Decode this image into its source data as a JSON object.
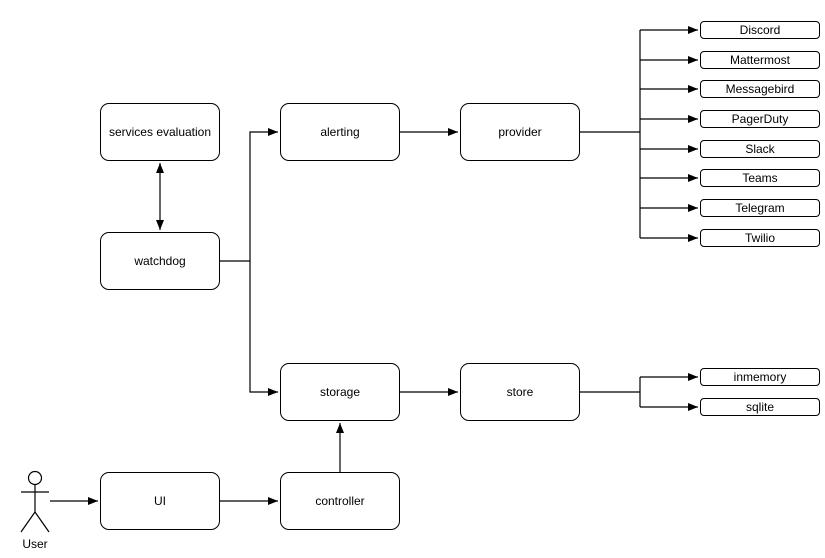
{
  "diagram": {
    "background": "#ffffff",
    "stroke_color": "#000000",
    "node_fill": "#ffffff",
    "nodes": {
      "services_evaluation": {
        "label": "services evaluation"
      },
      "watchdog": {
        "label": "watchdog"
      },
      "alerting": {
        "label": "alerting"
      },
      "provider": {
        "label": "provider"
      },
      "storage": {
        "label": "storage"
      },
      "store": {
        "label": "store"
      },
      "ui": {
        "label": "UI"
      },
      "controller": {
        "label": "controller"
      }
    },
    "provider_targets": [
      "Discord",
      "Mattermost",
      "Messagebird",
      "PagerDuty",
      "Slack",
      "Teams",
      "Telegram",
      "Twilio"
    ],
    "store_targets": [
      "inmemory",
      "sqlite"
    ],
    "actor": {
      "label": "User"
    },
    "edges": [
      {
        "from": "User",
        "to": "UI"
      },
      {
        "from": "UI",
        "to": "controller"
      },
      {
        "from": "controller",
        "to": "storage"
      },
      {
        "from": "watchdog",
        "to": "services evaluation",
        "direction": "bidirectional"
      },
      {
        "from": "watchdog",
        "to": "alerting"
      },
      {
        "from": "watchdog",
        "to": "storage"
      },
      {
        "from": "alerting",
        "to": "provider"
      },
      {
        "from": "storage",
        "to": "store"
      },
      {
        "from": "provider",
        "to": "Discord"
      },
      {
        "from": "provider",
        "to": "Mattermost"
      },
      {
        "from": "provider",
        "to": "Messagebird"
      },
      {
        "from": "provider",
        "to": "PagerDuty"
      },
      {
        "from": "provider",
        "to": "Slack"
      },
      {
        "from": "provider",
        "to": "Teams"
      },
      {
        "from": "provider",
        "to": "Telegram"
      },
      {
        "from": "provider",
        "to": "Twilio"
      },
      {
        "from": "store",
        "to": "inmemory"
      },
      {
        "from": "store",
        "to": "sqlite"
      }
    ]
  }
}
